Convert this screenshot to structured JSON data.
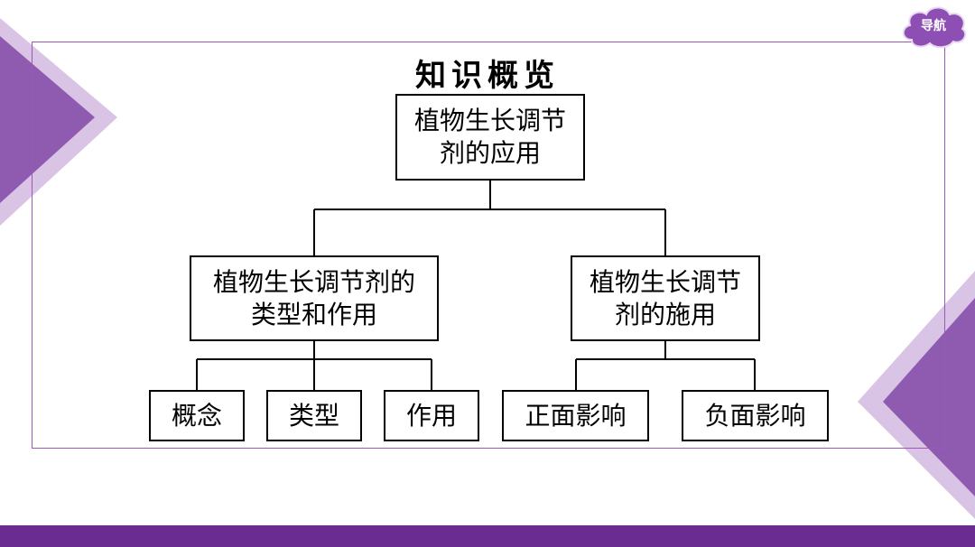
{
  "title": "知识概览",
  "nav": {
    "label": "导航"
  },
  "colors": {
    "accent": "#6a2c91",
    "light_accent": "#c9a8dc",
    "frame": "#9b59b6"
  },
  "diagram": {
    "root": "植物生长调节剂的应用",
    "branches": [
      {
        "label": "植物生长调节剂的类型和作用",
        "children": [
          "概念",
          "类型",
          "作用"
        ]
      },
      {
        "label": "植物生长调节剂的施用",
        "children": [
          "正面影响",
          "负面影响"
        ]
      }
    ]
  }
}
